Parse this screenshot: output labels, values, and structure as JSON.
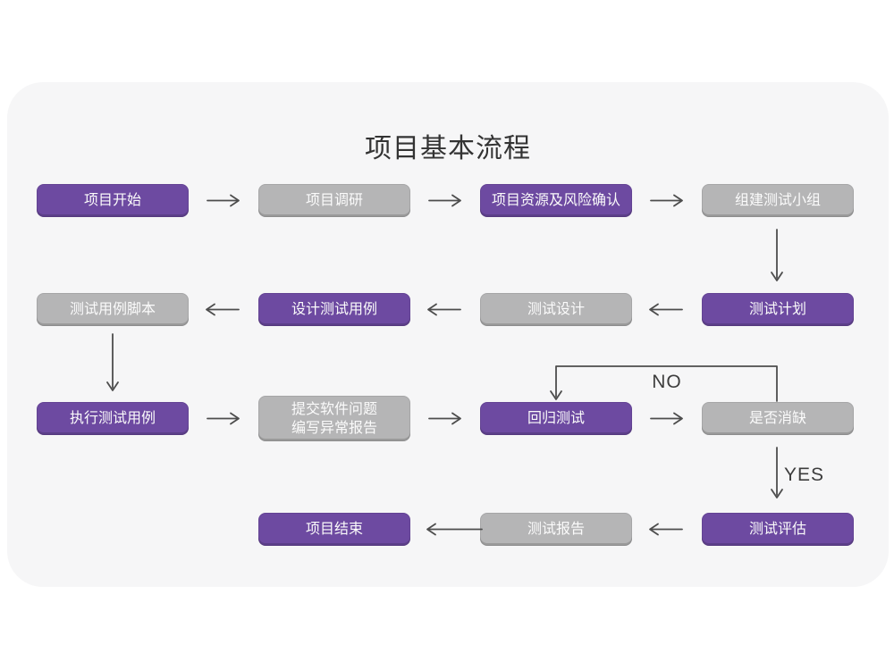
{
  "title": "项目基本流程",
  "colors": {
    "purple": "#6d4aa1",
    "gray": "#b5b5b6",
    "card": "#f6f6f7",
    "arrow": "#4d4d4d",
    "title": "#333333",
    "node_text": "#fbfbfb",
    "decision_text": "#3d3d3d"
  },
  "flow": {
    "nodes": [
      {
        "id": "project-start",
        "label": "项目开始",
        "variant": "purple"
      },
      {
        "id": "project-research",
        "label": "项目调研",
        "variant": "gray"
      },
      {
        "id": "project-resource-risk",
        "label": "项目资源及风险确认",
        "variant": "purple"
      },
      {
        "id": "build-test-team",
        "label": "组建测试小组",
        "variant": "gray"
      },
      {
        "id": "test-case-script",
        "label": "测试用例脚本",
        "variant": "gray"
      },
      {
        "id": "design-test-case",
        "label": "设计测试用例",
        "variant": "purple"
      },
      {
        "id": "test-design",
        "label": "测试设计",
        "variant": "gray"
      },
      {
        "id": "test-plan",
        "label": "测试计划",
        "variant": "purple"
      },
      {
        "id": "execute-test-case",
        "label": "执行测试用例",
        "variant": "purple"
      },
      {
        "id": "submit-issue-report",
        "label": "提交软件问题\n编写异常报告",
        "variant": "gray"
      },
      {
        "id": "regression-test",
        "label": "回归测试",
        "variant": "purple"
      },
      {
        "id": "defect-resolved",
        "label": "是否消缺",
        "variant": "gray"
      },
      {
        "id": "project-end",
        "label": "项目结束",
        "variant": "purple"
      },
      {
        "id": "test-report",
        "label": "测试报告",
        "variant": "gray"
      },
      {
        "id": "test-evaluation",
        "label": "测试评估",
        "variant": "purple"
      }
    ],
    "decision_labels": {
      "no": "NO",
      "yes": "YES"
    },
    "edges": [
      {
        "from": "project-start",
        "to": "project-research"
      },
      {
        "from": "project-research",
        "to": "project-resource-risk"
      },
      {
        "from": "project-resource-risk",
        "to": "build-test-team"
      },
      {
        "from": "build-test-team",
        "to": "test-plan"
      },
      {
        "from": "test-plan",
        "to": "test-design"
      },
      {
        "from": "test-design",
        "to": "design-test-case"
      },
      {
        "from": "design-test-case",
        "to": "test-case-script"
      },
      {
        "from": "test-case-script",
        "to": "execute-test-case"
      },
      {
        "from": "execute-test-case",
        "to": "submit-issue-report"
      },
      {
        "from": "submit-issue-report",
        "to": "regression-test"
      },
      {
        "from": "regression-test",
        "to": "defect-resolved"
      },
      {
        "from": "defect-resolved",
        "to": "regression-test",
        "label": "NO"
      },
      {
        "from": "defect-resolved",
        "to": "test-evaluation",
        "label": "YES"
      },
      {
        "from": "test-evaluation",
        "to": "test-report"
      },
      {
        "from": "test-report",
        "to": "project-end"
      }
    ]
  }
}
